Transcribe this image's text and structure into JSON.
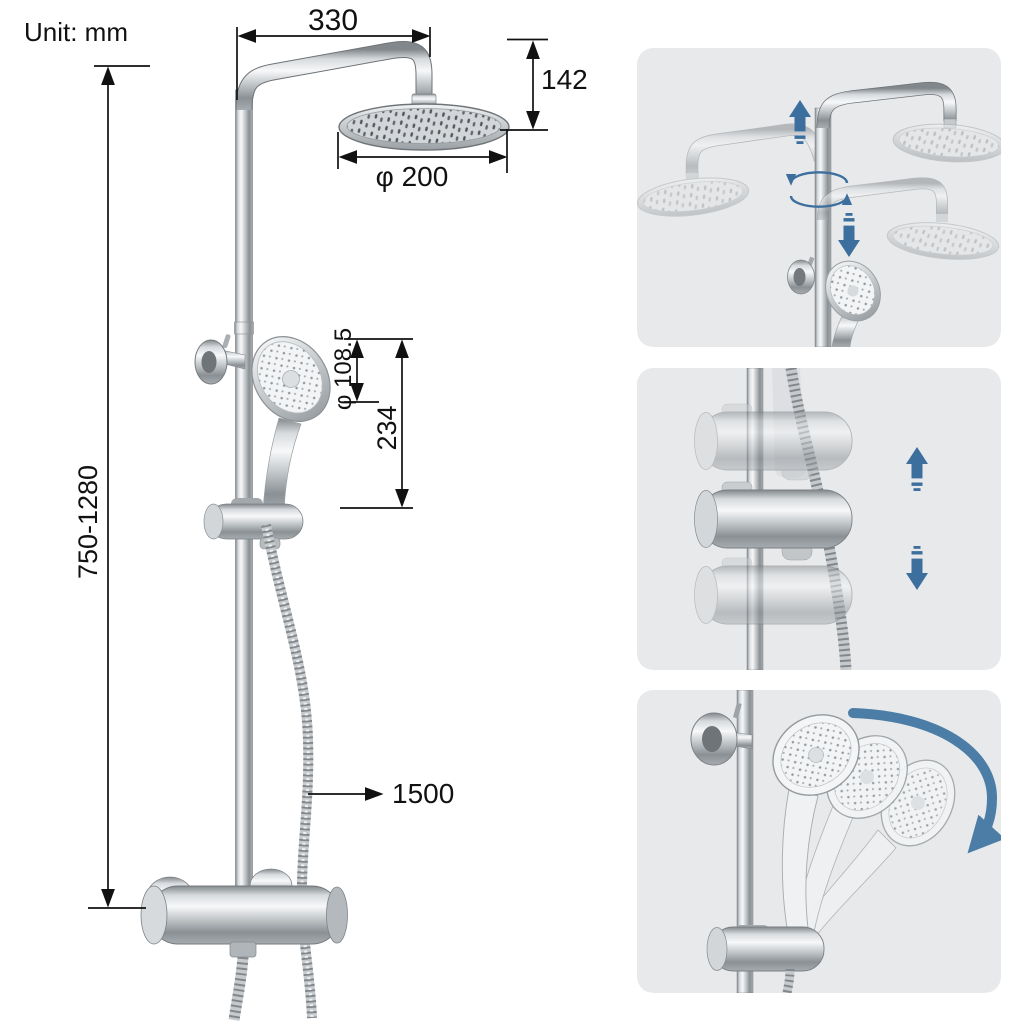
{
  "unit_label": "Unit: mm",
  "dimensions": {
    "arm_length": "330",
    "arm_drop": "142",
    "rain_head_diameter": "φ 200",
    "hand_head_diameter": "φ 108.5",
    "hand_shower_length": "234",
    "riser_height_range": "750-1280",
    "hose_length": "1500"
  },
  "colors": {
    "panel_bg": "#e8e9ea",
    "block_arrow_blue": "#3d6f9e",
    "curve_arrow_blue": "#4b7da6",
    "dimension_line": "#111111"
  },
  "icons": {
    "up_arrow": "block-arrow-up",
    "down_arrow": "block-arrow-down",
    "rotation": "rotation-arrows",
    "swivel": "curved-swivel-arrow"
  }
}
